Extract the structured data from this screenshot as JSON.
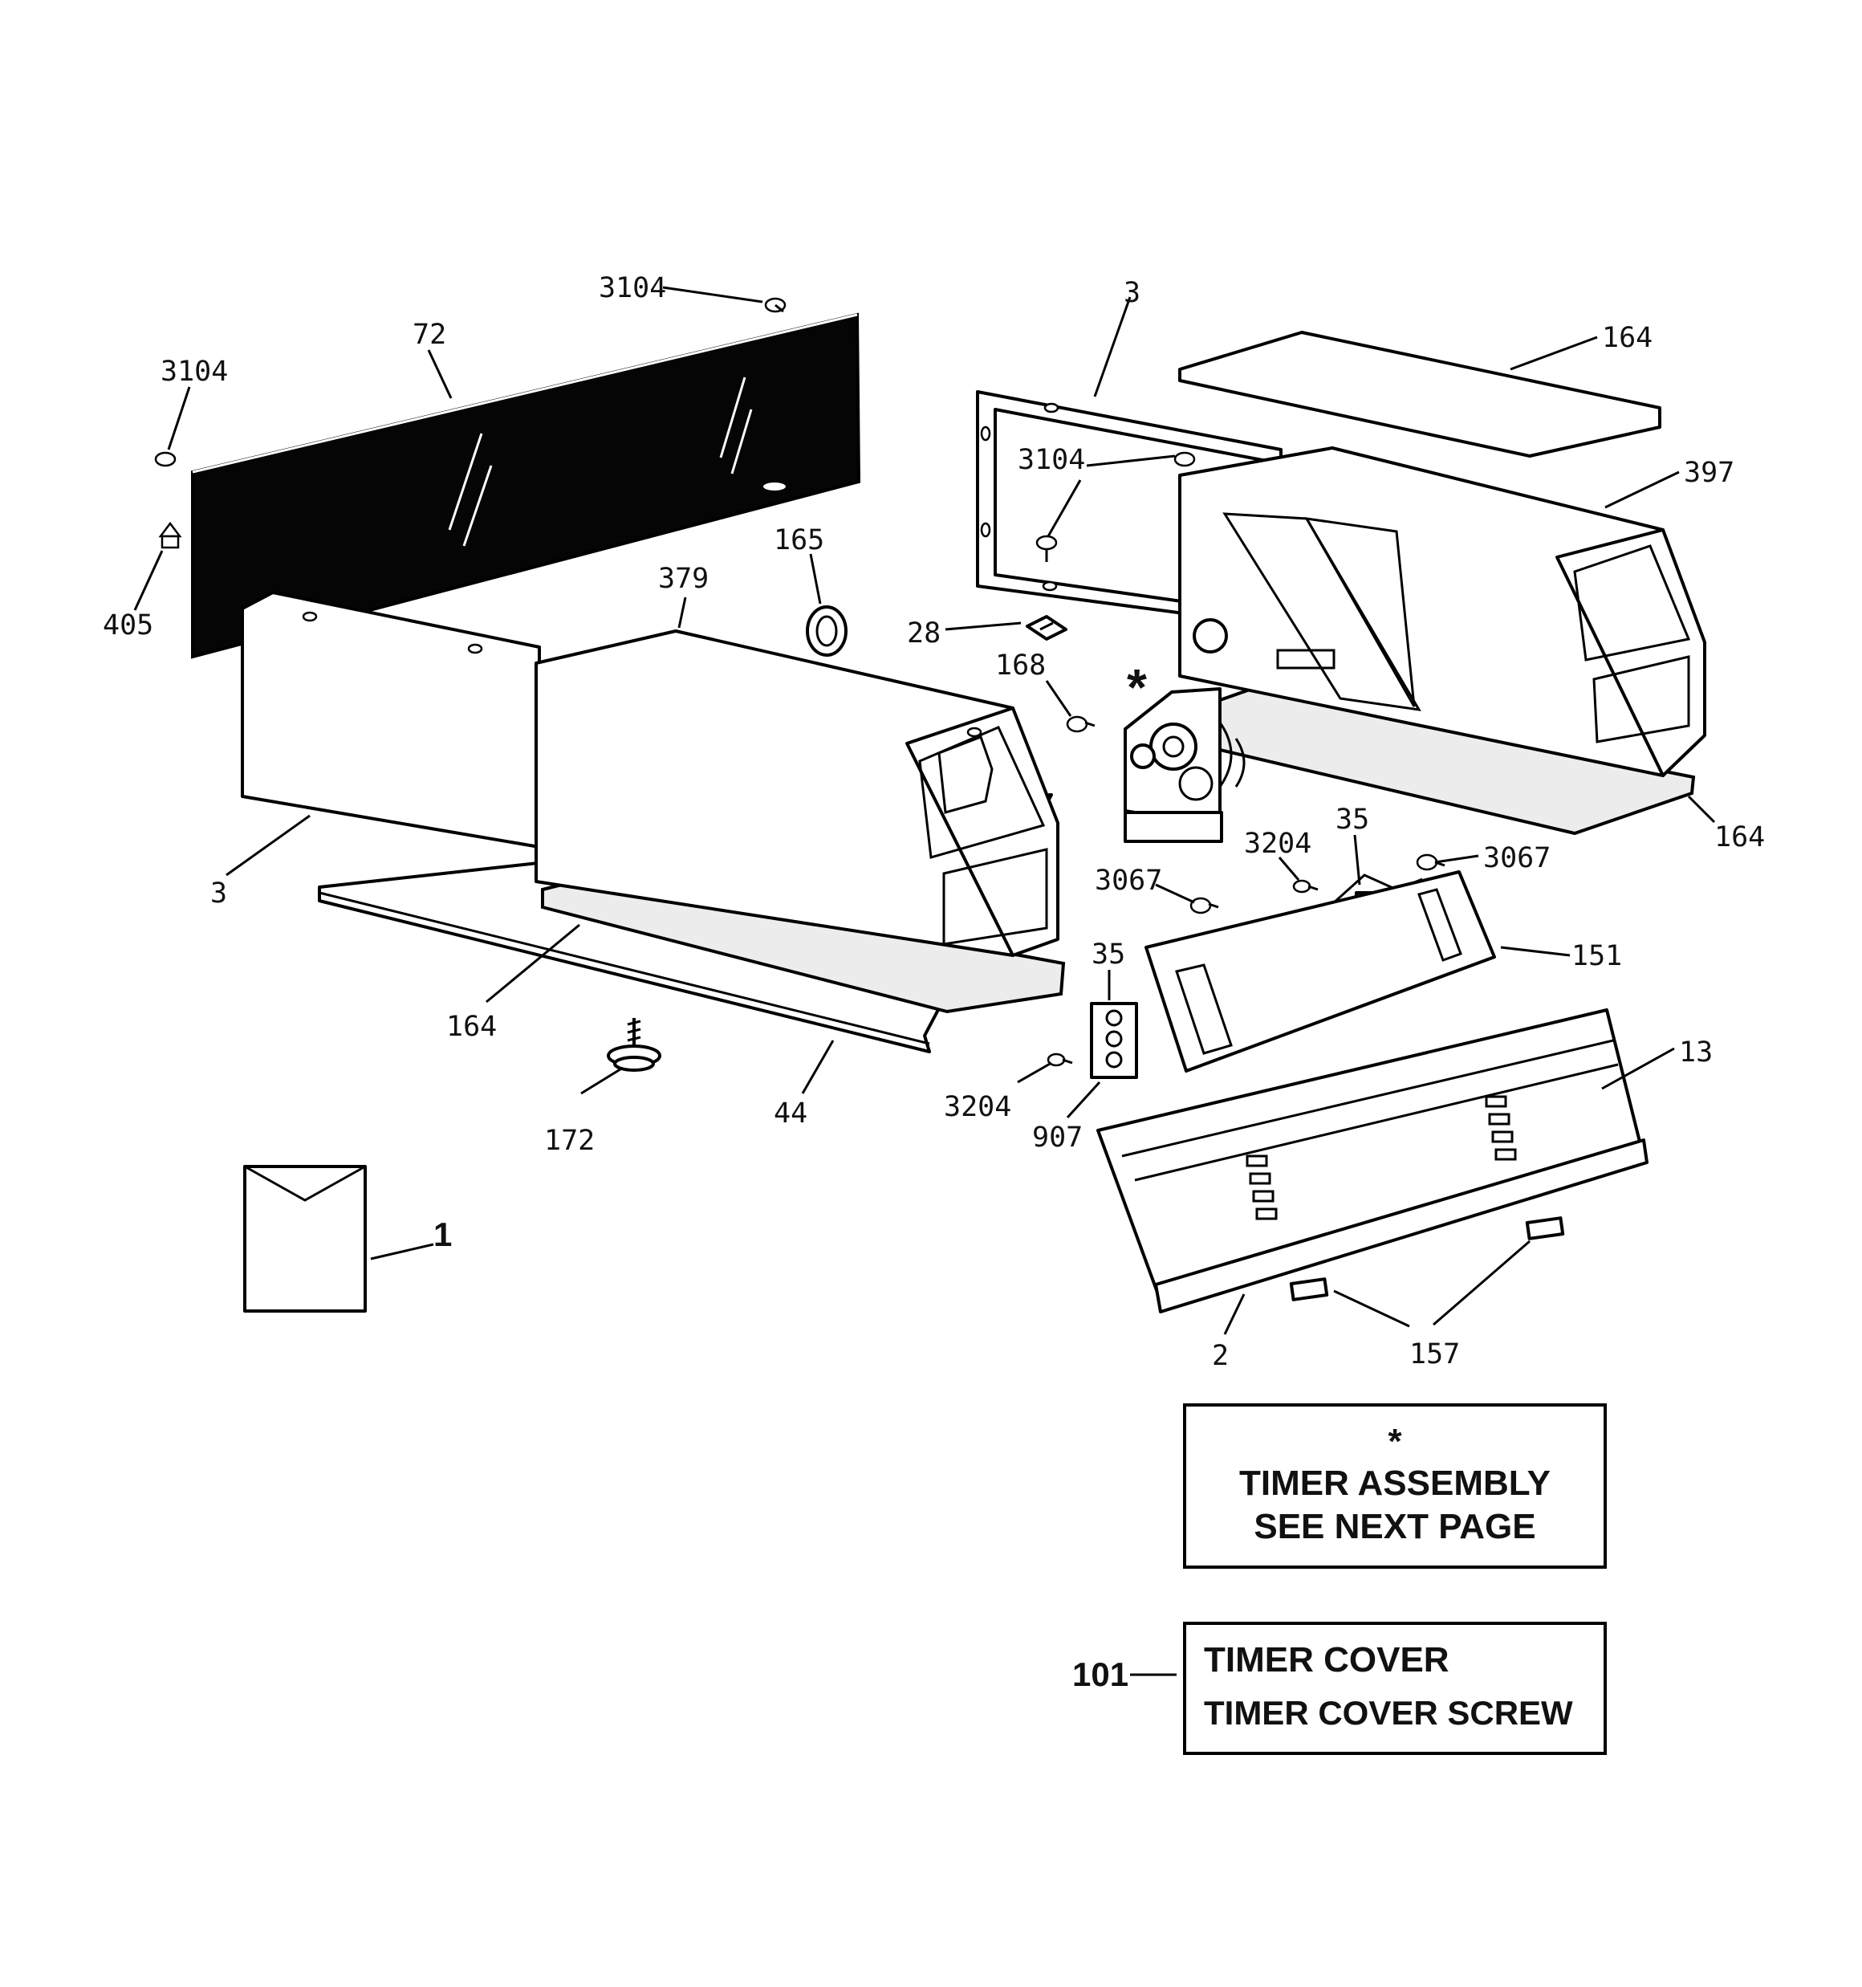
{
  "callouts": {
    "c3104_top": "3104",
    "c72": "72",
    "c3104_left": "3104",
    "c405": "405",
    "c165": "165",
    "c379": "379",
    "c3_left": "3",
    "c164_mid": "164",
    "c172": "172",
    "c44": "44",
    "c1": "1",
    "c3_top": "3",
    "c164_top": "164",
    "c397": "397",
    "c3104_mid": "3104",
    "c28": "28",
    "c168": "168",
    "c164_right": "164",
    "c3204_top": "3204",
    "c35_top": "35",
    "c3067_right": "3067",
    "c3067_left": "3067",
    "c35_mid": "35",
    "c151": "151",
    "c13": "13",
    "c3204_bot": "3204",
    "c907": "907",
    "c2": "2",
    "c157": "157",
    "c101": "101"
  },
  "asterisk_marker": "*",
  "notes": {
    "timer_assembly": {
      "asterisk": "*",
      "line1": "TIMER ASSEMBLY",
      "line2": "SEE NEXT PAGE"
    },
    "timer_cover": {
      "line1": "TIMER COVER",
      "line2": "TIMER COVER SCREW"
    }
  }
}
